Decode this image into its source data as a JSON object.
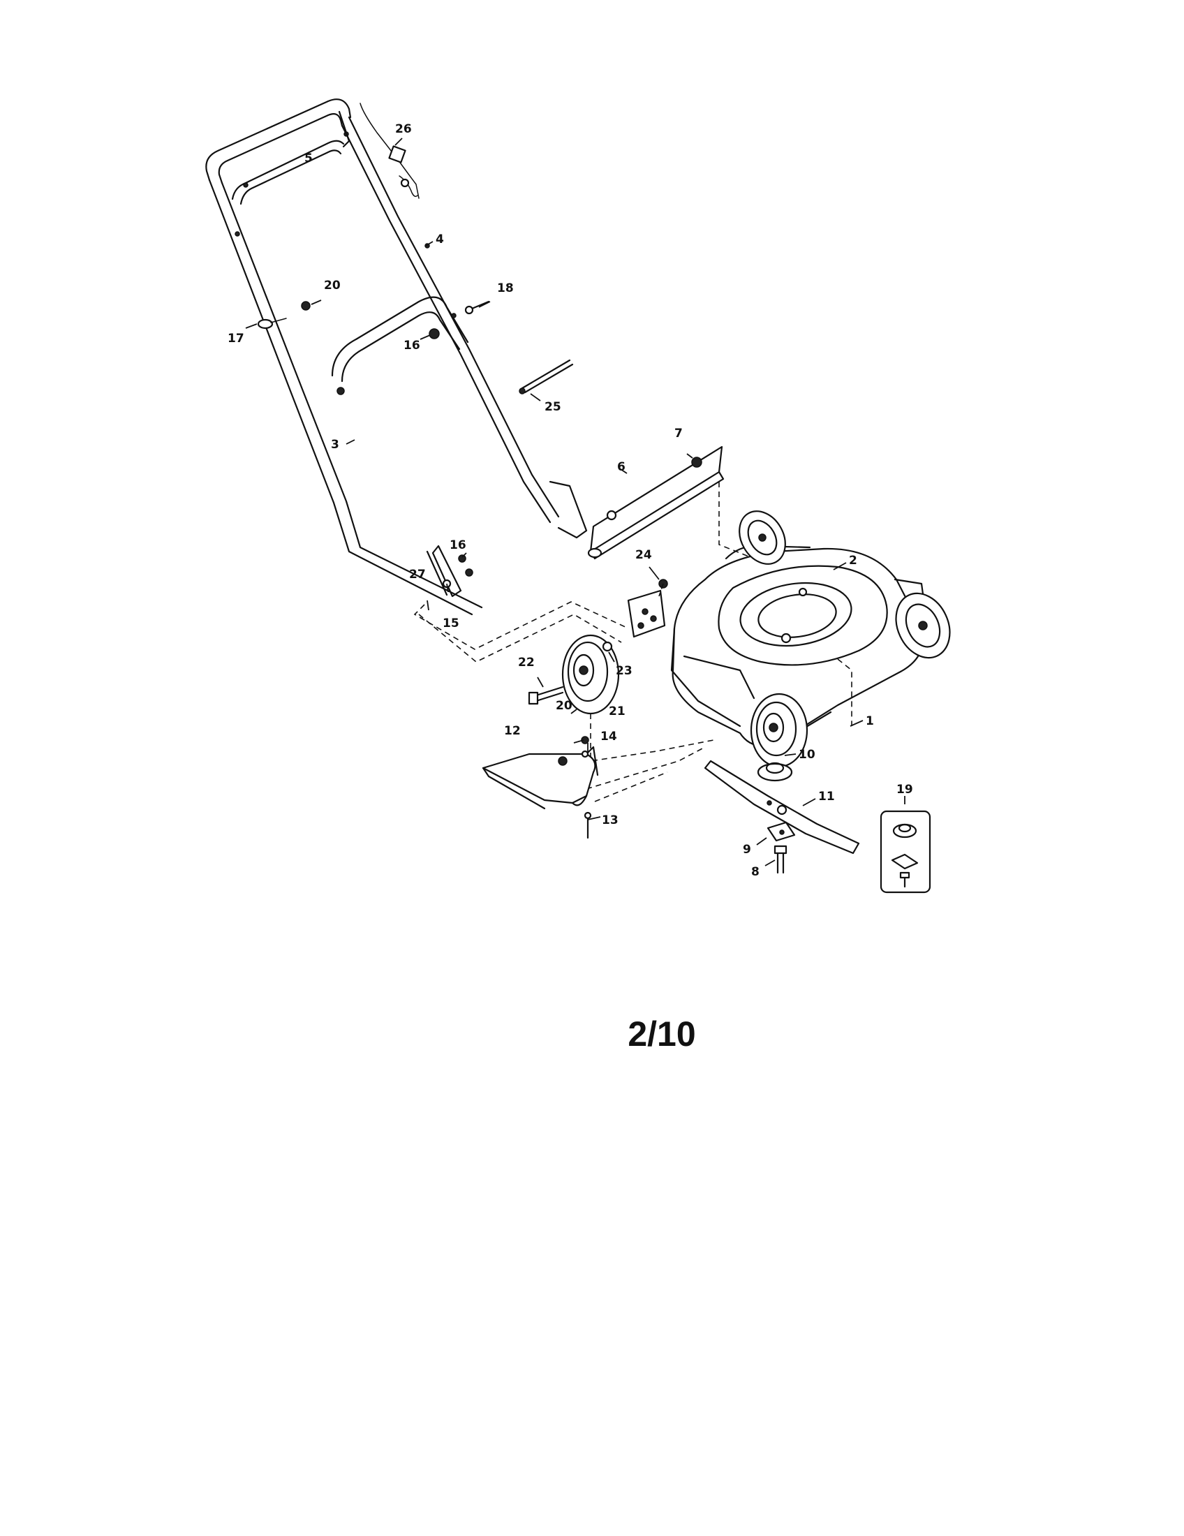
{
  "page": {
    "number_label": "2/10"
  },
  "callouts": {
    "c1": "1",
    "c2": "2",
    "c3": "3",
    "c4": "4",
    "c5": "5",
    "c6": "6",
    "c7": "7",
    "c8": "8",
    "c9": "9",
    "c10": "10",
    "c11": "11",
    "c12": "12",
    "c13": "13",
    "c14": "14",
    "c15": "15",
    "c16a": "16",
    "c16b": "16",
    "c17": "17",
    "c18": "18",
    "c19": "19",
    "c20a": "20",
    "c20b": "20",
    "c21": "21",
    "c22": "22",
    "c23": "23",
    "c24": "24",
    "c25": "25",
    "c26": "26",
    "c27": "27"
  }
}
